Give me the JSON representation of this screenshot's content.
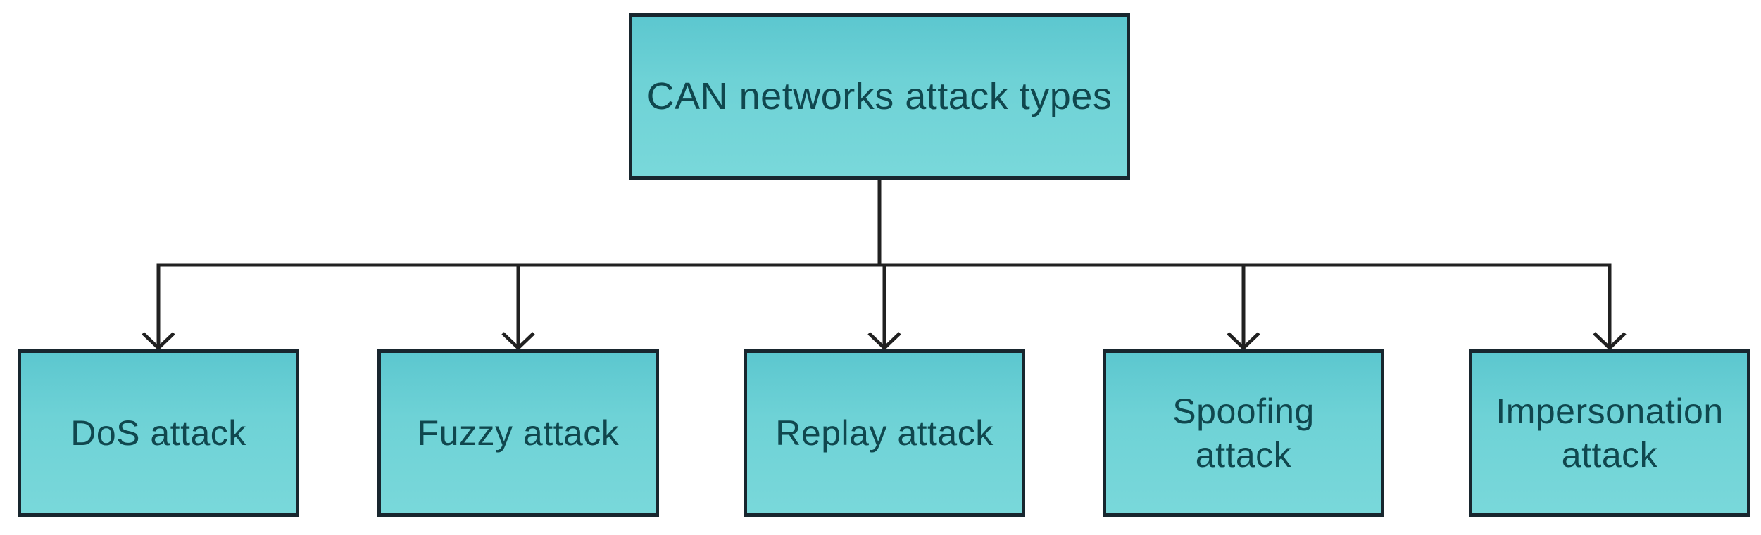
{
  "diagram": {
    "root": {
      "label": "CAN networks attack types"
    },
    "children": [
      {
        "label": "DoS attack"
      },
      {
        "label": "Fuzzy attack"
      },
      {
        "label": "Replay attack"
      },
      {
        "label": "Spoofing\nattack"
      },
      {
        "label": "Impersonation\nattack"
      }
    ],
    "colors": {
      "node_fill_top": "#5cc7cf",
      "node_fill_bottom": "#79d8da",
      "node_border": "#18262e",
      "connector": "#212121",
      "text": "#10474e",
      "background": "#ffffff"
    }
  }
}
